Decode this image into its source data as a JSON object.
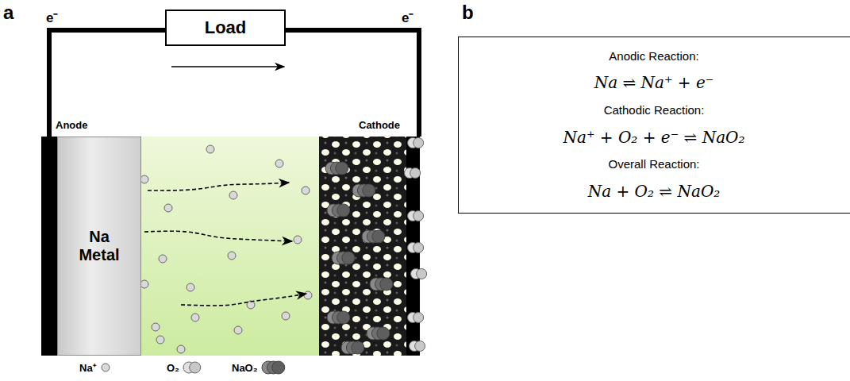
{
  "diagram": {
    "nodes": [
      {
        "text": [
          "Load"
        ]
      },
      {
        "text": [
          "Na Metal"
        ]
      },
      {
        "text": [
          "Anodic Reaction:",
          "Na ⇌ Na⁺ + e⁻",
          "Cathodic Reaction:",
          "Na⁺ + O₂ + e⁻ ⇌ NaO₂",
          "Overall Reaction:",
          "Na + O₂ ⇌ NaO₂"
        ]
      }
    ],
    "labels": [
      "a",
      "b",
      "e⁻",
      "e⁻",
      "Anode",
      "Cathode"
    ],
    "legend": [
      {
        "text": "Na⁺"
      },
      {
        "text": "O₂"
      },
      {
        "text": "NaO₂"
      }
    ]
  }
}
